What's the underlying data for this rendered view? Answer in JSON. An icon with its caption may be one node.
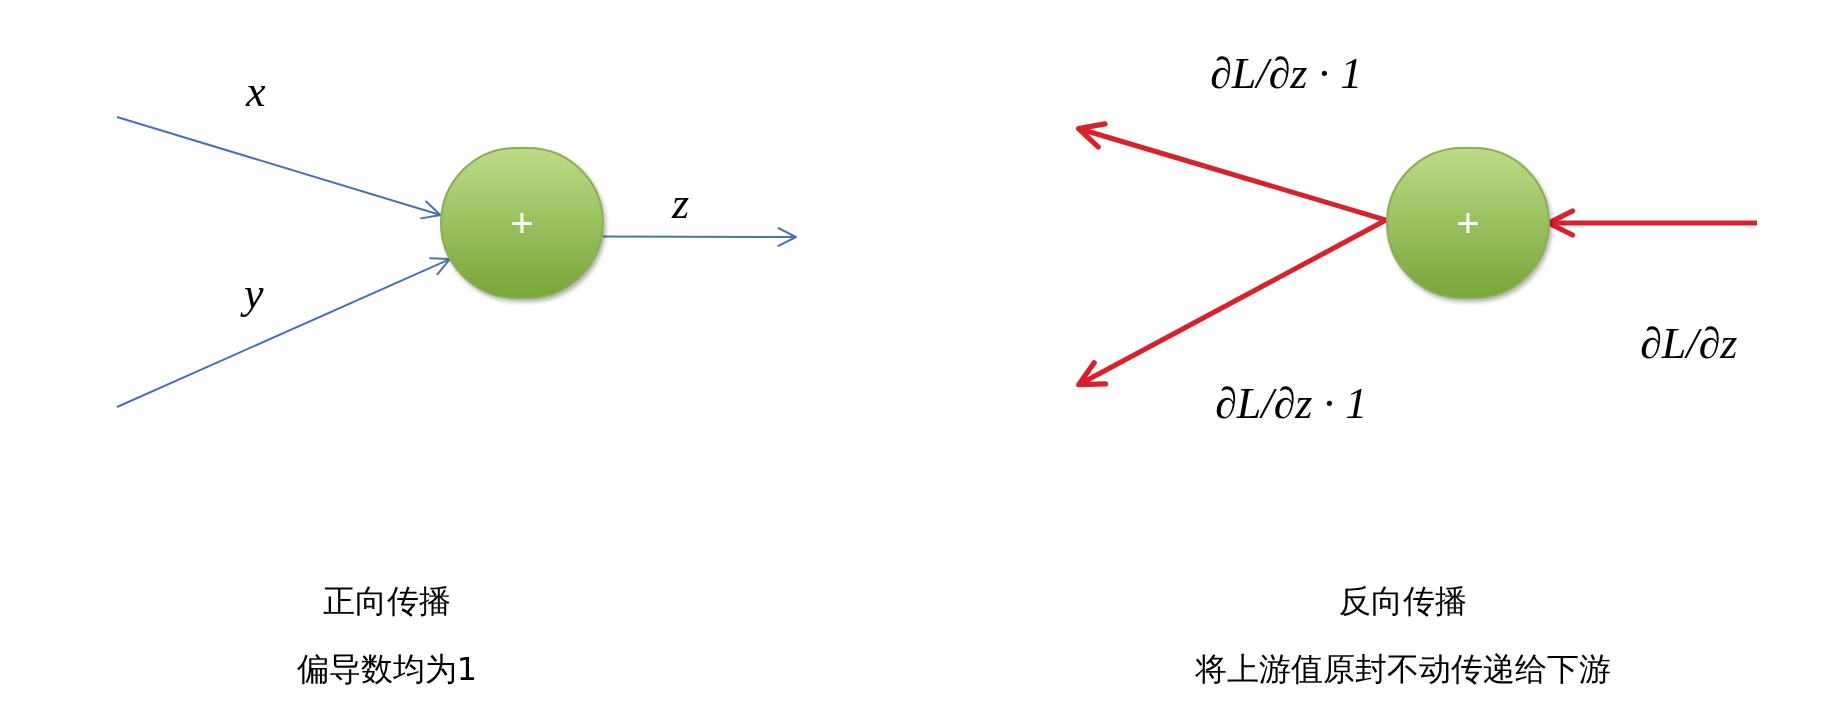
{
  "diagram": {
    "nodes": [
      {
        "text": [
          "+"
        ]
      },
      {
        "text": [
          "+"
        ]
      }
    ],
    "edges": [
      {
        "from": null,
        "to": 0,
        "arrow": "to",
        "label": "x",
        "color": "#4a72b0"
      },
      {
        "from": null,
        "to": 0,
        "arrow": "to",
        "label": "y",
        "color": "#4a72b0"
      },
      {
        "from": 0,
        "to": null,
        "arrow": "to",
        "label": "z",
        "color": "#4a72b0"
      },
      {
        "from": 1,
        "to": null,
        "arrow": "to",
        "label": "∂L/∂z · 1",
        "style": "thick",
        "color": "#d9212b"
      },
      {
        "from": 1,
        "to": null,
        "arrow": "to",
        "label": "∂L/∂z · 1",
        "style": "thick",
        "color": "#d9212b"
      },
      {
        "from": null,
        "to": 1,
        "arrow": "to",
        "label": "∂L/∂z",
        "style": "thick",
        "color": "#d9212b"
      }
    ],
    "labels": [
      "正向传播",
      "反向传播",
      "偏导数均为1",
      "将上游值原封不动传递给下游"
    ]
  }
}
